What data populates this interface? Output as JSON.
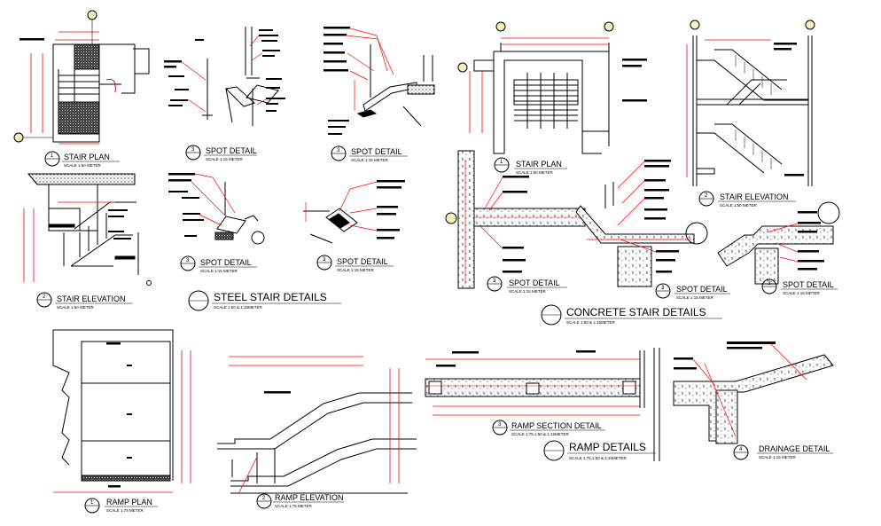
{
  "sheet": {
    "steel_group_title": "STEEL STAIR DETAILS",
    "steel_group_scale": "SCALE              1:50 & 1:15METER",
    "concrete_group_title": "CONCRETE STAIR DETAILS",
    "concrete_group_scale": "SCALE                                                    1:50 & 1:15METER",
    "ramp_group_title": "RAMP DETAILS",
    "ramp_group_scale": "SCALE                  1:75,1:50 & 1:15METER"
  },
  "titles": {
    "steel_stair_plan": {
      "num": "1",
      "label": "STAIR PLAN",
      "scale": "SCALE       1:50 METER"
    },
    "steel_spot_1": {
      "num": "3",
      "label": "SPOT DETAIL",
      "scale": "SCALE       1:15 METER"
    },
    "steel_spot_2": {
      "num": "3",
      "label": "SPOT DETAIL",
      "scale": "SCALE       1:15 METER"
    },
    "steel_stair_elevation": {
      "num": "2",
      "label": "STAIR ELEVATION",
      "scale": "SCALE                 1:50 METER"
    },
    "steel_spot_3": {
      "num": "3",
      "label": "SPOT DETAIL",
      "scale": "SCALE       1:15 METER"
    },
    "steel_spot_4": {
      "num": "3",
      "label": "SPOT DETAIL",
      "scale": "SCALE       1:15 METER"
    },
    "concrete_stair_plan": {
      "num": "1",
      "label": "STAIR PLAN",
      "scale": "SCALE       1:50 METER"
    },
    "concrete_stair_elevation": {
      "num": "2",
      "label": "STAIR ELEVATION",
      "scale": "SCALE              1:50 METER"
    },
    "concrete_spot_1": {
      "num": "3",
      "label": "SPOT DETAIL",
      "scale": "SCALE       1:15 METER"
    },
    "concrete_spot_2": {
      "num": "3",
      "label": "SPOT DETAIL",
      "scale": "SCALE       1:15 METER"
    },
    "concrete_spot_3": {
      "num": "3",
      "label": "SPOT DETAIL",
      "scale": "SCALE       1:15 METER"
    },
    "ramp_plan": {
      "num": "1",
      "label": "RAMP PLAN",
      "scale": "SCALE       1:75 METER"
    },
    "ramp_elevation": {
      "num": "2",
      "label": "RAMP ELEVATION",
      "scale": "SCALE       1:75 METER"
    },
    "ramp_section": {
      "num": "3",
      "label": "RAMP SECTION DETAIL",
      "scale": "SCALE                1:75,1:50 & 1:15METER"
    },
    "drainage_detail": {
      "num": "4",
      "label": "DRAINAGE DETAIL",
      "scale": "SCALE                1:15 METER"
    }
  },
  "colors": {
    "linework": "#000000",
    "dimension": "#ff0000",
    "pattern": "#555555",
    "bubble": "#f5f0c0",
    "annotation_bar": "#000000"
  }
}
